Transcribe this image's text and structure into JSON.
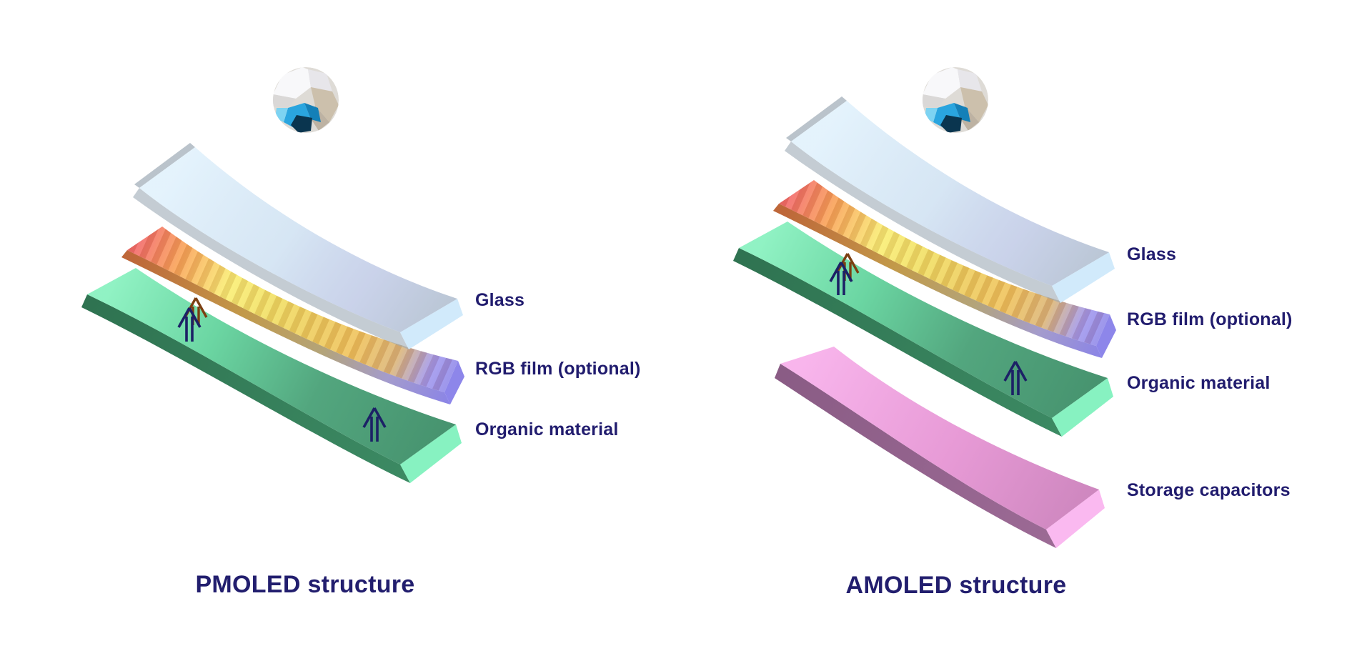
{
  "page": {
    "background": "#ffffff",
    "text_color": "#211c6e"
  },
  "left_diagram": {
    "title": "PMOLED structure",
    "labels": [
      {
        "text": "Glass"
      },
      {
        "text": "RGB film (optional)"
      },
      {
        "text": "Organic material"
      }
    ]
  },
  "right_diagram": {
    "title": "AMOLED structure",
    "labels": [
      {
        "text": "Glass"
      },
      {
        "text": "RGB film (optional)"
      },
      {
        "text": "Organic material"
      },
      {
        "text": "Storage capacitors"
      }
    ]
  },
  "layers": {
    "glass": {
      "name": "Glass",
      "color": "#c8ddf0"
    },
    "rgb_film": {
      "name": "RGB film (optional)",
      "color": "#f9ed68"
    },
    "organic": {
      "name": "Organic material",
      "color": "#5fc694"
    },
    "storage": {
      "name": "Storage capacitors",
      "color": "#e79ad6"
    }
  },
  "icons": {
    "sphere": "faceted-globe",
    "arrow": "up-arrow"
  },
  "colors": {
    "arrow_primary": "#1c2166",
    "arrow_echo": "#7c3f12"
  }
}
